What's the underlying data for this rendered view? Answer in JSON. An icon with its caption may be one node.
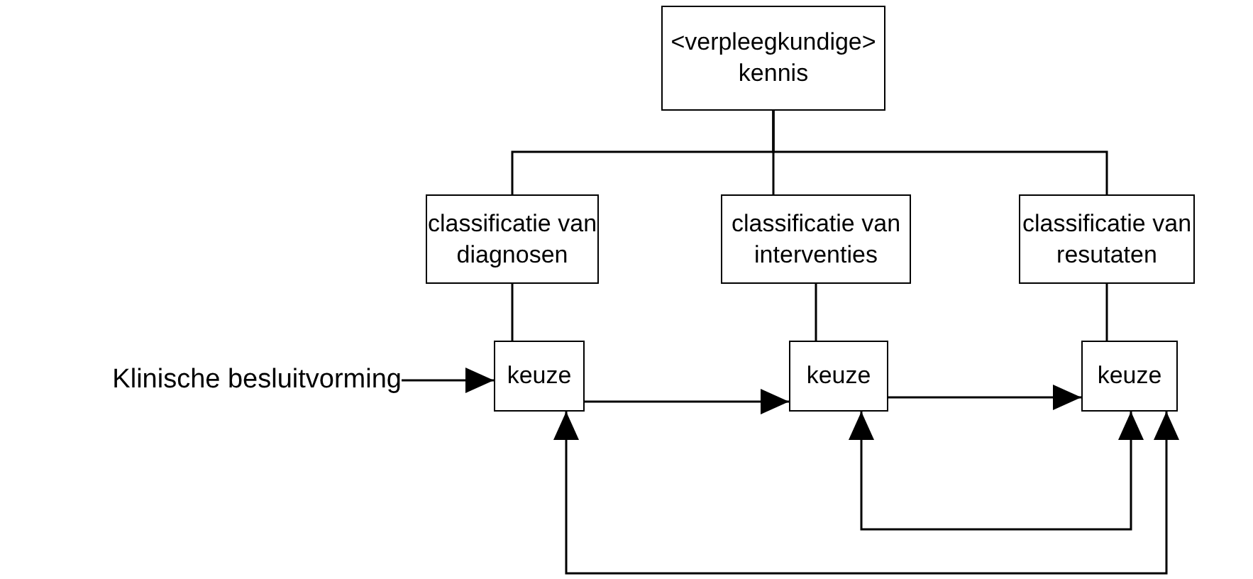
{
  "diagram": {
    "nodes": [
      {
        "text": [
          "<verpleegkundige> kennis"
        ]
      },
      {
        "text": [
          "classificatie van diagnosen"
        ]
      },
      {
        "text": [
          "classificatie van interventies"
        ]
      },
      {
        "text": [
          "classificatie van resutaten"
        ]
      },
      {
        "text": [
          "keuze"
        ]
      },
      {
        "text": [
          "keuze"
        ]
      },
      {
        "text": [
          "keuze"
        ]
      },
      {
        "text": [
          "Klinische besluitvorming"
        ]
      }
    ],
    "edges": [
      {
        "from": 0,
        "to": 1,
        "arrow": "none"
      },
      {
        "from": 0,
        "to": 2,
        "arrow": "none"
      },
      {
        "from": 0,
        "to": 3,
        "arrow": "none"
      },
      {
        "from": 1,
        "to": 4,
        "arrow": "none"
      },
      {
        "from": 2,
        "to": 5,
        "arrow": "none"
      },
      {
        "from": 3,
        "to": 6,
        "arrow": "none"
      },
      {
        "from": 7,
        "to": 4,
        "arrow": "to"
      },
      {
        "from": 4,
        "to": 5,
        "arrow": "to"
      },
      {
        "from": 5,
        "to": 6,
        "arrow": "to"
      },
      {
        "from": 5,
        "to": 6,
        "arrow": "both"
      },
      {
        "from": 4,
        "to": 6,
        "arrow": "both"
      }
    ]
  }
}
